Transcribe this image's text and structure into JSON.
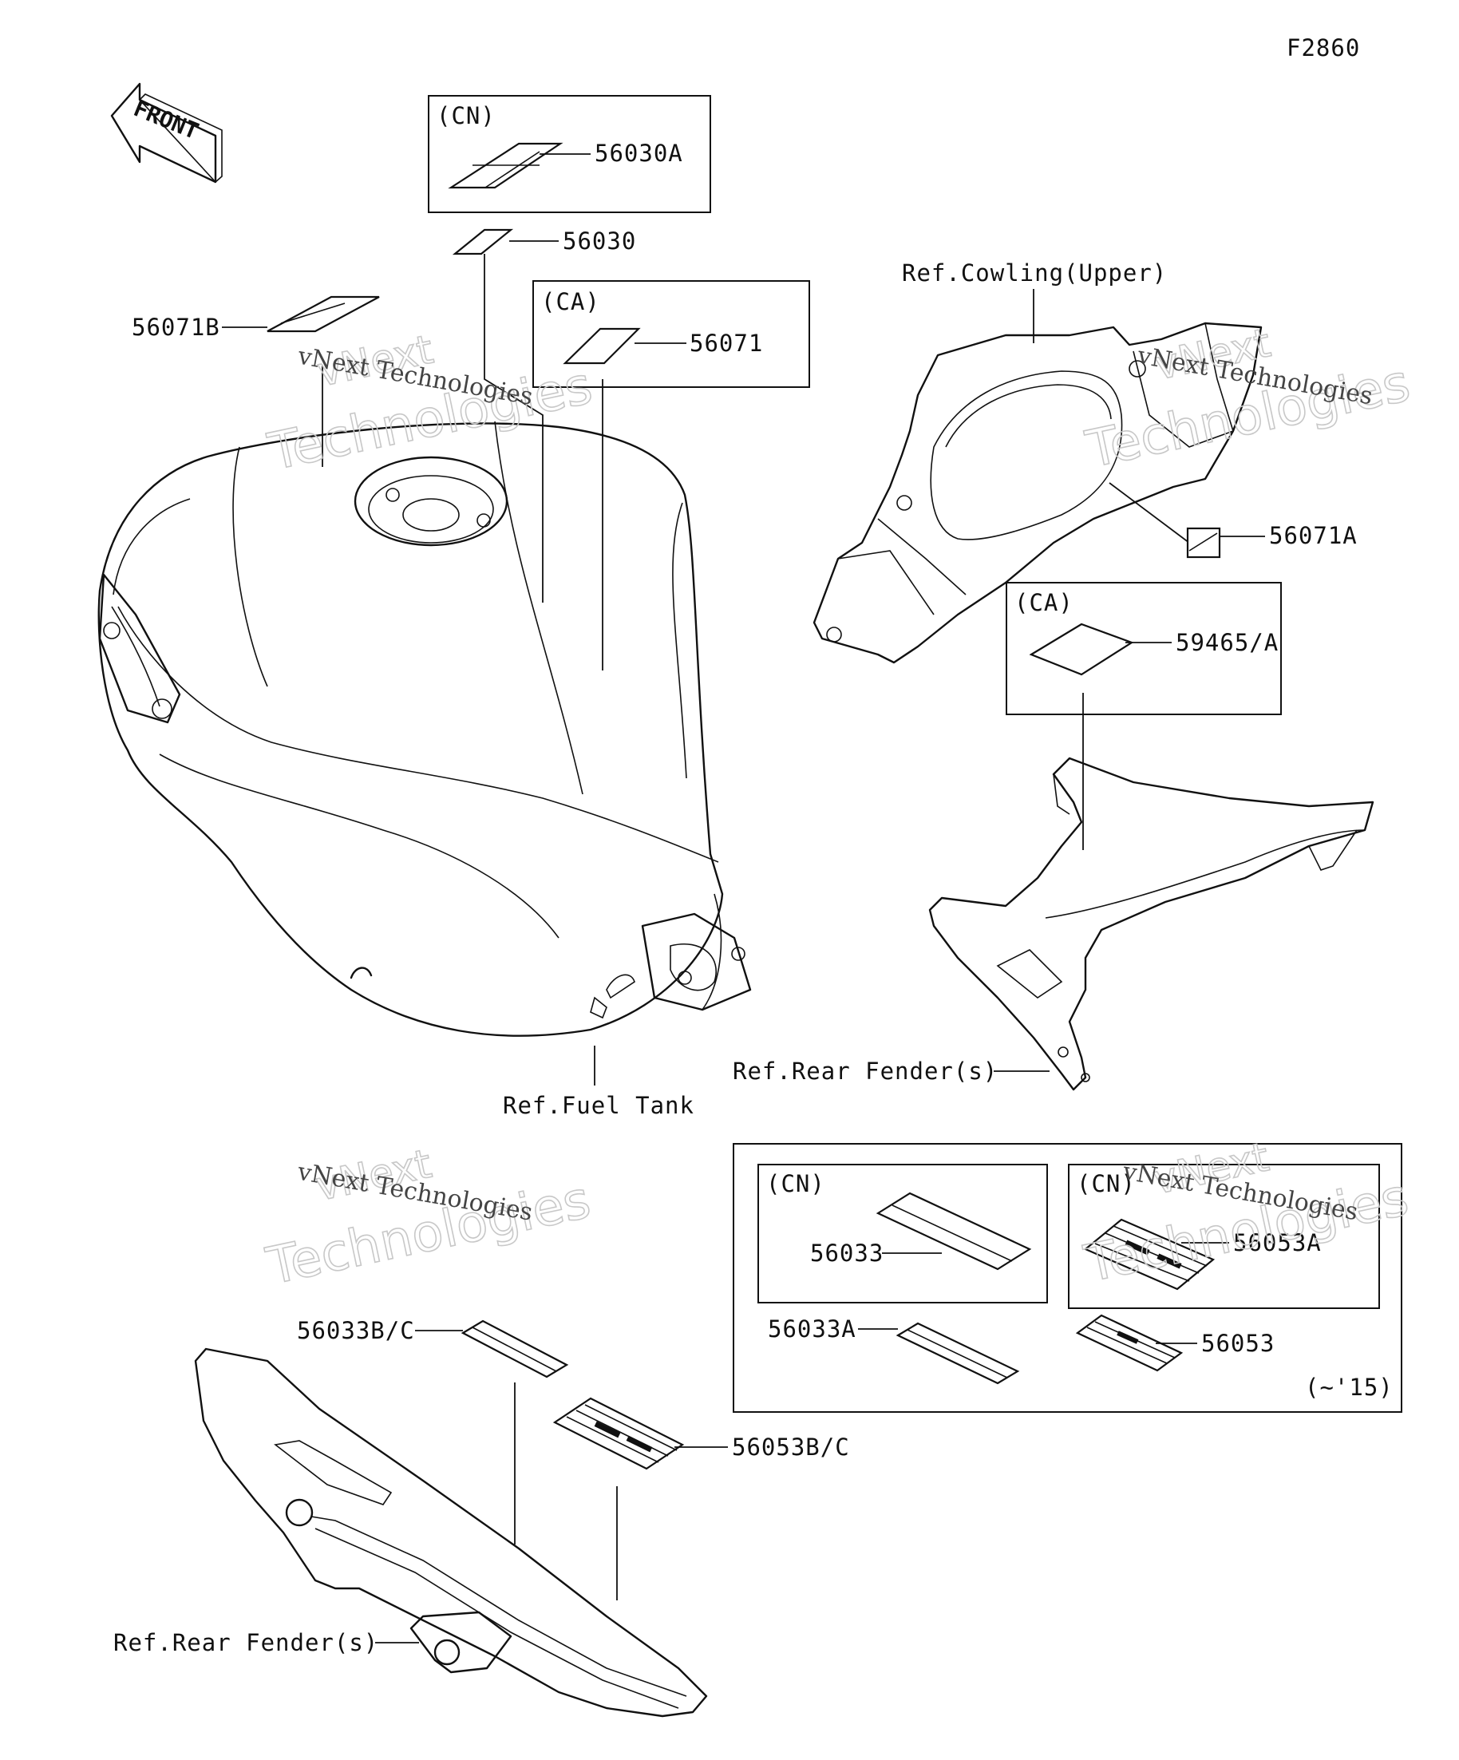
{
  "figure_id": "F2860",
  "front_label": "FRONT",
  "groups": {
    "cn_top": "(CN)",
    "ca_top": "(CA)",
    "ca_right": "(CA)",
    "cn_bottom_left": "(CN)",
    "cn_bottom_right": "(CN)",
    "year_note": "(~'15)"
  },
  "parts": {
    "p56030A": "56030A",
    "p56030": "56030",
    "p56071B": "56071B",
    "p56071": "56071",
    "p56071A": "56071A",
    "p59465A": "59465/A",
    "p56033": "56033",
    "p56053A": "56053A",
    "p56033A": "56033A",
    "p56053": "56053",
    "p56033BC": "56033B/C",
    "p56053BC": "56053B/C"
  },
  "refs": {
    "cowling_upper": "Ref.Cowling(Upper)",
    "fuel_tank": "Ref.Fuel Tank",
    "rear_fender_right": "Ref.Rear Fender(s)",
    "rear_fender_bottom": "Ref.Rear Fender(s)"
  },
  "watermark": {
    "brand": "vNext",
    "name": "Technologies",
    "full": "vNext Technologies"
  },
  "colors": {
    "line": "#111111",
    "watermark": "#c8c8c8",
    "background": "#ffffff"
  }
}
